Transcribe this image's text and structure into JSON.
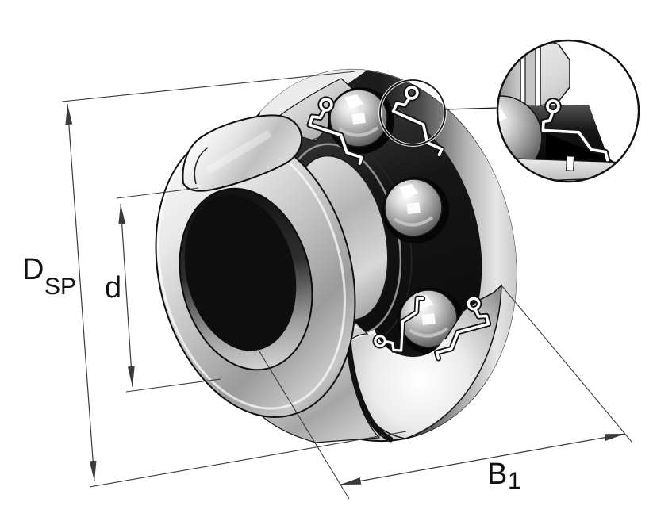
{
  "figure": {
    "background_color": "#ffffff",
    "outline_color": "#111111",
    "dimension_line_color": "#3a3a3a",
    "metal_light": "#f2f2f2",
    "metal_mid": "#a8a8a8",
    "interior_dark": "#101010"
  },
  "labels": {
    "outer_diameter": {
      "main": "D",
      "sub": "SP"
    },
    "bore_diameter": {
      "main": "d",
      "sub": ""
    },
    "width": {
      "main": "B",
      "sub": "1"
    }
  }
}
